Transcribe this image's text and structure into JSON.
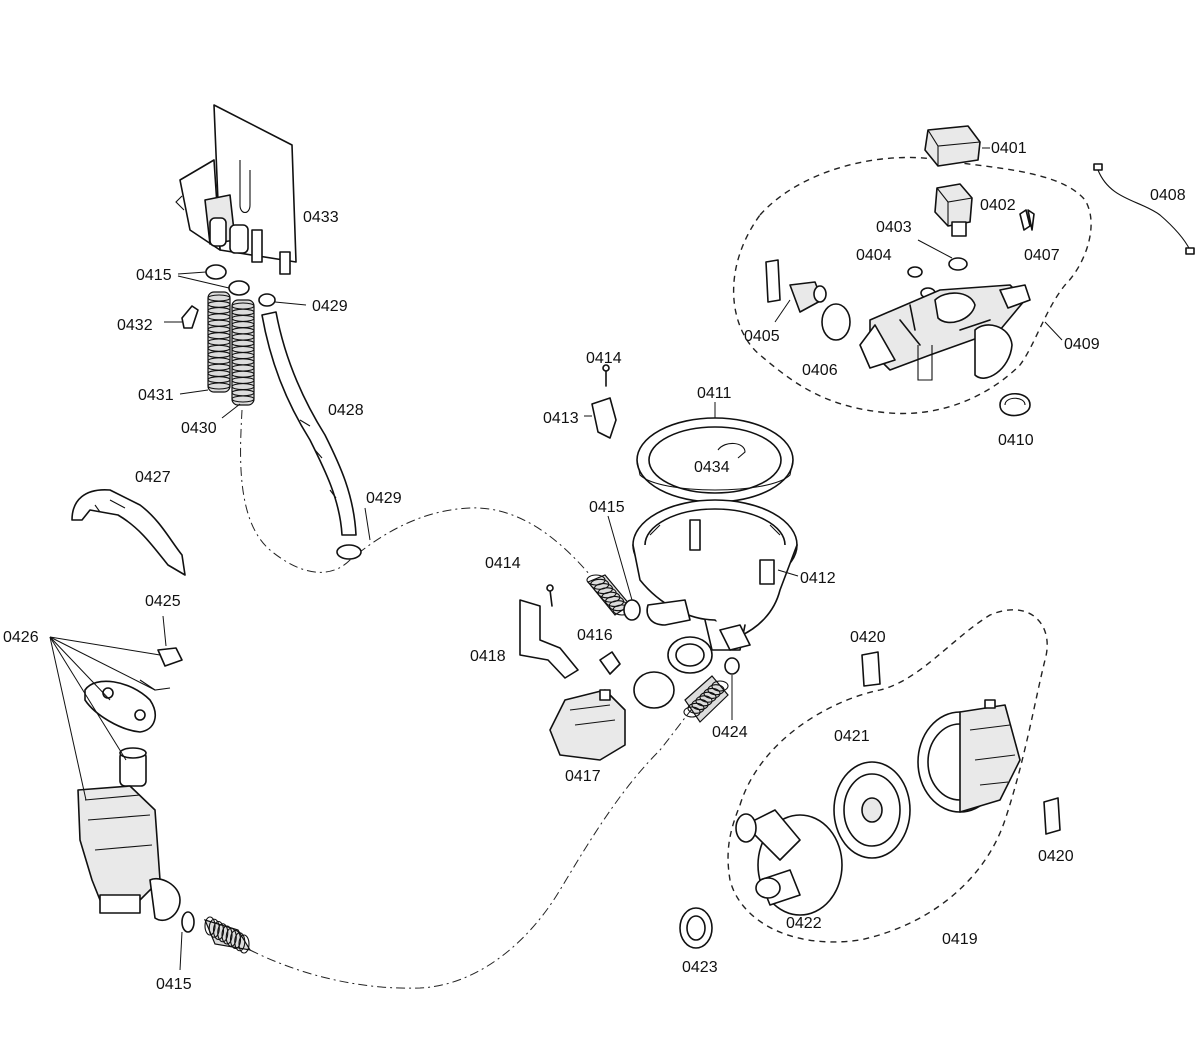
{
  "labels": {
    "l0401": "0401",
    "l0402": "0402",
    "l0403": "0403",
    "l0404": "0404",
    "l0405": "0405",
    "l0406": "0406",
    "l0407": "0407",
    "l0408": "0408",
    "l0409": "0409",
    "l0410": "0410",
    "l0411": "0411",
    "l0412": "0412",
    "l0413": "0413",
    "l0414a": "0414",
    "l0414b": "0414",
    "l0415a": "0415",
    "l0415b": "0415",
    "l0415c": "0415",
    "l0416": "0416",
    "l0417": "0417",
    "l0418": "0418",
    "l0419": "0419",
    "l0420a": "0420",
    "l0420b": "0420",
    "l0421": "0421",
    "l0422": "0422",
    "l0423": "0423",
    "l0424": "0424",
    "l0425": "0425",
    "l0426": "0426",
    "l0427": "0427",
    "l0428": "0428",
    "l0429a": "0429",
    "l0429b": "0429",
    "l0430": "0430",
    "l0431": "0431",
    "l0432": "0432",
    "l0433": "0433",
    "l0434": "0434"
  }
}
